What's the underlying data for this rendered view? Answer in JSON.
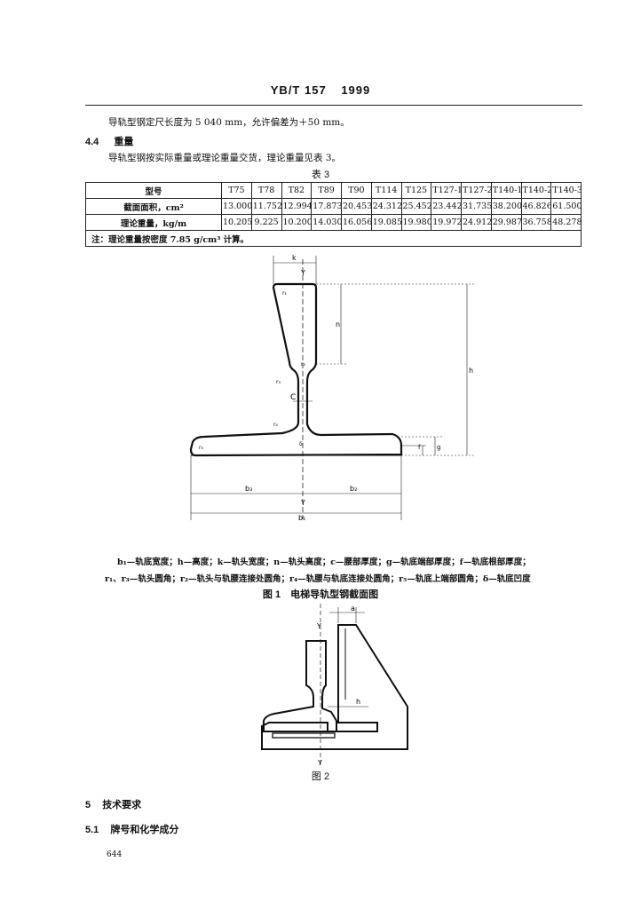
{
  "header": {
    "standard": "YB/T 157",
    "year": "1999"
  },
  "intro_line": "导轨型钢定尺长度为 5 040 mm，允许偏差为＋50 mm。",
  "section_4_4": {
    "number": "4.4",
    "title": "重量",
    "text": "导轨型钢按实际重量或理论重量交货，理论重量见表 3。"
  },
  "table3": {
    "title": "表 3",
    "header_label": "型号",
    "columns": [
      "T75",
      "T78",
      "T82",
      "T89",
      "T90",
      "T114",
      "T125",
      "T127-1",
      "T127-2",
      "T140-1",
      "T140-2",
      "T140-3"
    ],
    "rows": [
      {
        "label": "截面面积，cm²",
        "values": [
          "13.000",
          "11.752",
          "12.994",
          "17.873",
          "20.453",
          "24.312",
          "25.452",
          "23.442",
          "31.735",
          "38.200",
          "46.826",
          "61.500"
        ]
      },
      {
        "label": "理论重量，kg/m",
        "values": [
          "10.205",
          "9.225",
          "10.200",
          "14.030",
          "16.056",
          "19.085",
          "19.980",
          "19.972",
          "24.912",
          "29.987",
          "36.758",
          "48.278"
        ]
      }
    ],
    "note": "注：理论重量按密度 7.85 g/cm³ 计算。"
  },
  "figure1": {
    "labels": {
      "k": "k",
      "y_top": "Y",
      "y_bottom": "Y",
      "r1": "r₁",
      "r2": "r₂",
      "r3": "r₃",
      "r4": "r₄",
      "r5": "r₅",
      "n": "n",
      "h": "h",
      "c": "C",
      "g": "g",
      "f": "f",
      "b1": "b₁",
      "b2": "b₂",
      "b3": "b₃"
    },
    "legend_line1": "b₁—轨底宽度；h—高度；k—轨头宽度；n—轨头高度；c—腰部厚度；g—轨底端部厚度；f—轨底根部厚度；",
    "legend_line2": "r₁、r₃—轨头圆角；r₂—轨头与轨腰连接处圆角；r₄—轨腰与轨底连接处圆角；r₅—轨底上端部圆角；δ—轨底凹度",
    "caption": "图 1　电梯导轨型钢截面图"
  },
  "figure2": {
    "labels": {
      "a": "a",
      "h": "h",
      "y_top": "Y",
      "y_bottom": "Y"
    },
    "caption": "图 2"
  },
  "section_5": {
    "number": "5",
    "title": "技术要求"
  },
  "section_5_1": {
    "number": "5.1",
    "title": "牌号和化学成分"
  },
  "page_number": "644"
}
